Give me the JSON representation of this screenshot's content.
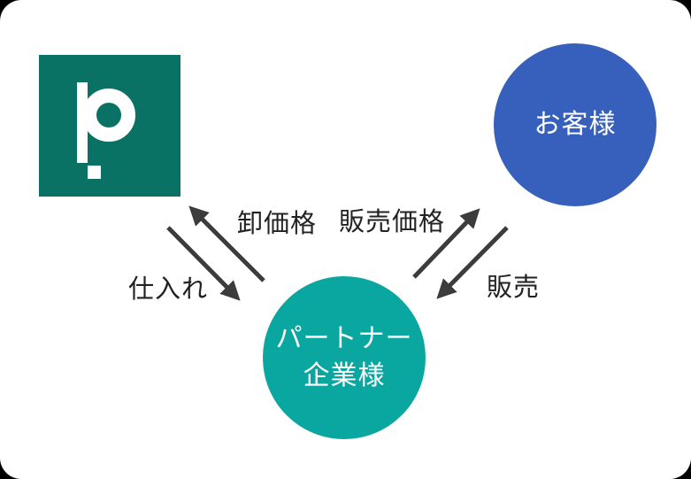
{
  "diagram": {
    "title": "partner-reseller-relationship-diagram",
    "nodes": {
      "platform": {
        "icon": "p-logo",
        "glyph": "p.",
        "color": "#0A7264",
        "glyph_color": "#FFFFFF"
      },
      "customer": {
        "label": "お客様",
        "color": "#3660BC"
      },
      "partner": {
        "label_line1": "パートナー",
        "label_line2": "企業様",
        "color": "#0AA6A0"
      }
    },
    "edges": [
      {
        "from": "partner",
        "to": "platform",
        "label": "卸価格"
      },
      {
        "from": "platform",
        "to": "partner",
        "label": "仕入れ"
      },
      {
        "from": "partner",
        "to": "customer",
        "label": "販売価格"
      },
      {
        "from": "customer",
        "to": "partner",
        "label": "販売"
      }
    ],
    "colors": {
      "arrow": "#3C3C3C",
      "label_text": "#222222",
      "node_text": "#FFFFFF",
      "card_bg": "#FFFFFF"
    }
  }
}
